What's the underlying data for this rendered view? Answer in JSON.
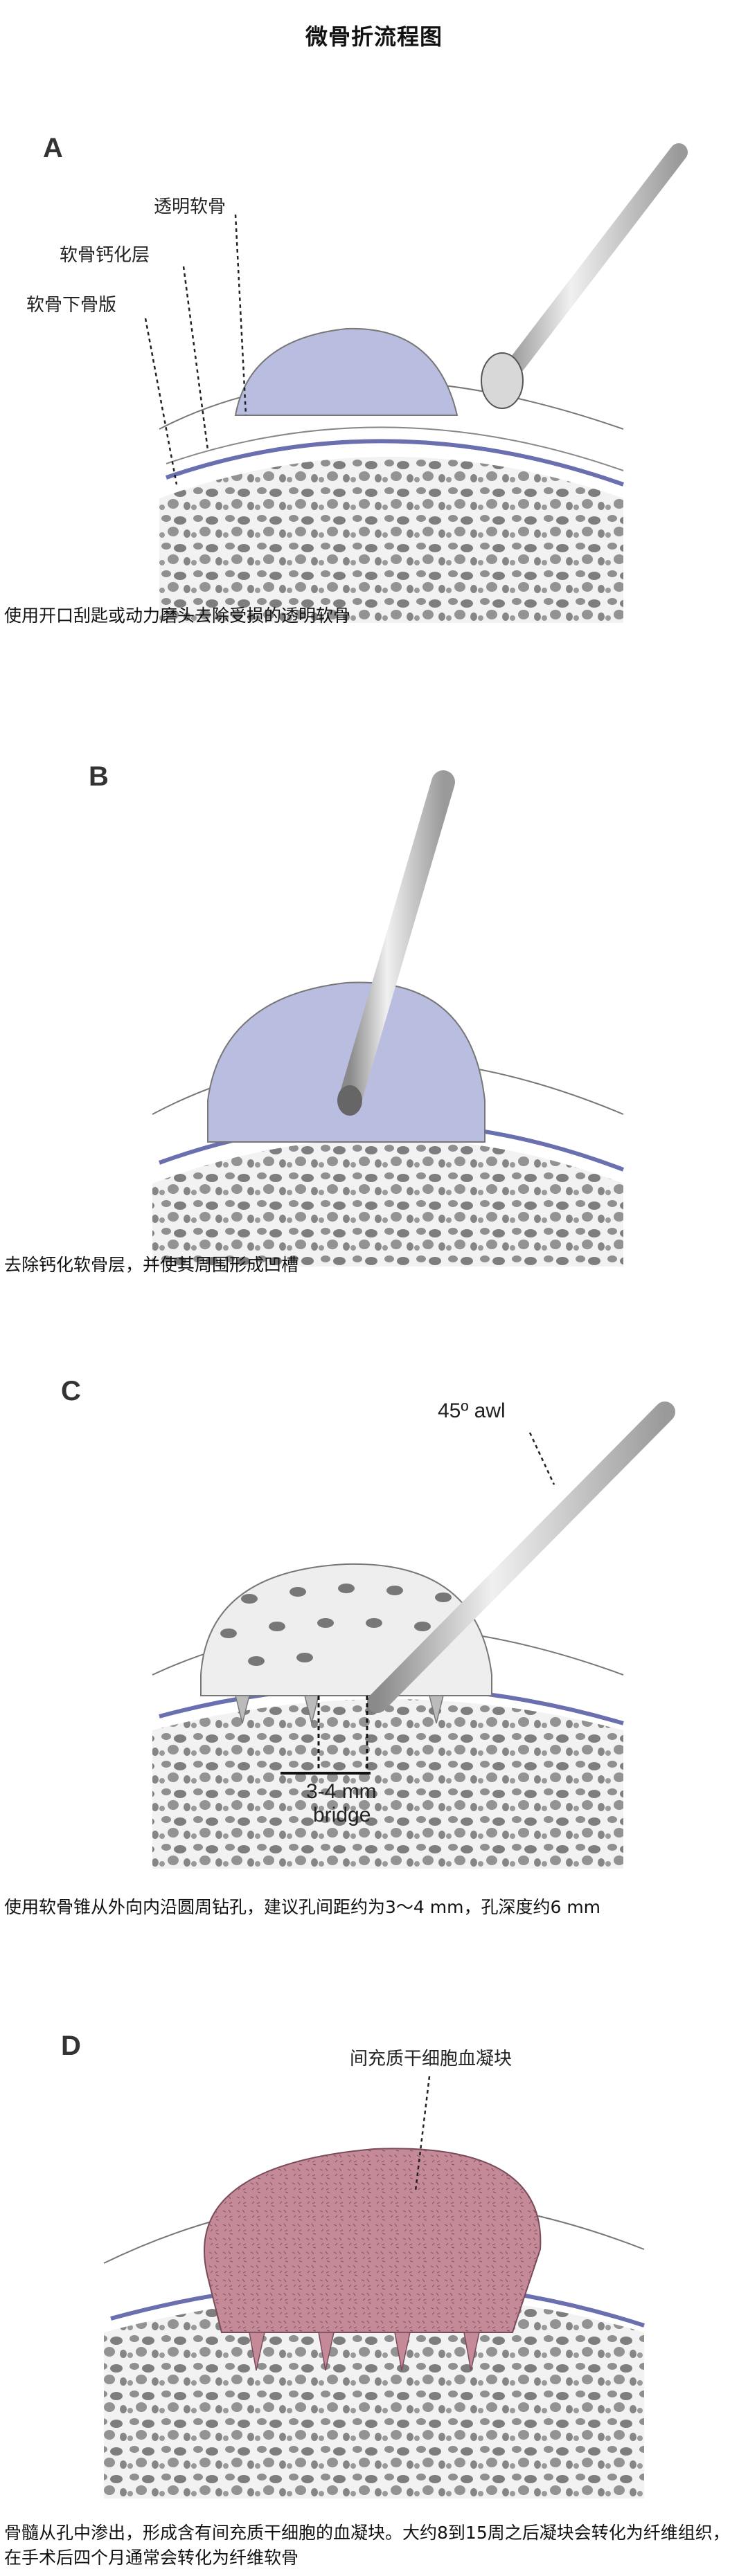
{
  "title": "微骨折流程图",
  "panels": [
    {
      "letter": "A",
      "labels": [
        "透明软骨",
        "软骨钙化层",
        "软骨下骨版"
      ],
      "caption": "使用开口刮匙或动力磨头去除受损的透明软骨"
    },
    {
      "letter": "B",
      "caption": "去除钙化软骨层，并使其周围形成凹槽"
    },
    {
      "letter": "C",
      "awl_label": "45º awl",
      "bridge_line1": "3-4 mm",
      "bridge_line2": "bridge",
      "caption": "使用软骨锥从外向内沿圆周钻孔，建议孔间距约为3～4 mm，孔深度约6 mm"
    },
    {
      "letter": "D",
      "clot_label": "间充质干细胞血凝块",
      "caption": "骨髓从孔中渗出，形成含有间充质干细胞的血凝块。大约8到15周之后凝块会转化为纤维组织，在手术后四个月通常会转化为纤维软骨"
    }
  ],
  "colors": {
    "cartilage_blue": "#b9bde0",
    "bone_line": "#6a6fb0",
    "clot_red": "#c48a98",
    "instrument": "#c9c9c9"
  }
}
